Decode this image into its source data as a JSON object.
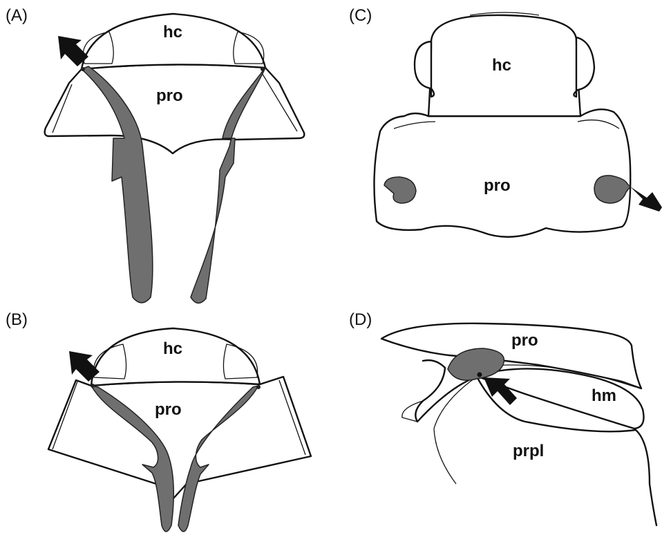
{
  "panels": {
    "a": {
      "label": "(A)",
      "parts": {
        "head": "hc",
        "pronotum": "pro"
      }
    },
    "b": {
      "label": "(B)",
      "parts": {
        "head": "hc",
        "pronotum": "pro"
      }
    },
    "c": {
      "label": "(C)",
      "parts": {
        "head": "hc",
        "pronotum": "pro"
      }
    },
    "d": {
      "label": "(D)",
      "parts": {
        "pronotum": "pro",
        "hemelytron": "hm",
        "propleuron": "prpl"
      }
    }
  },
  "colors": {
    "outline": "#111111",
    "shaded": "#6f6f6f",
    "background": "#ffffff"
  }
}
